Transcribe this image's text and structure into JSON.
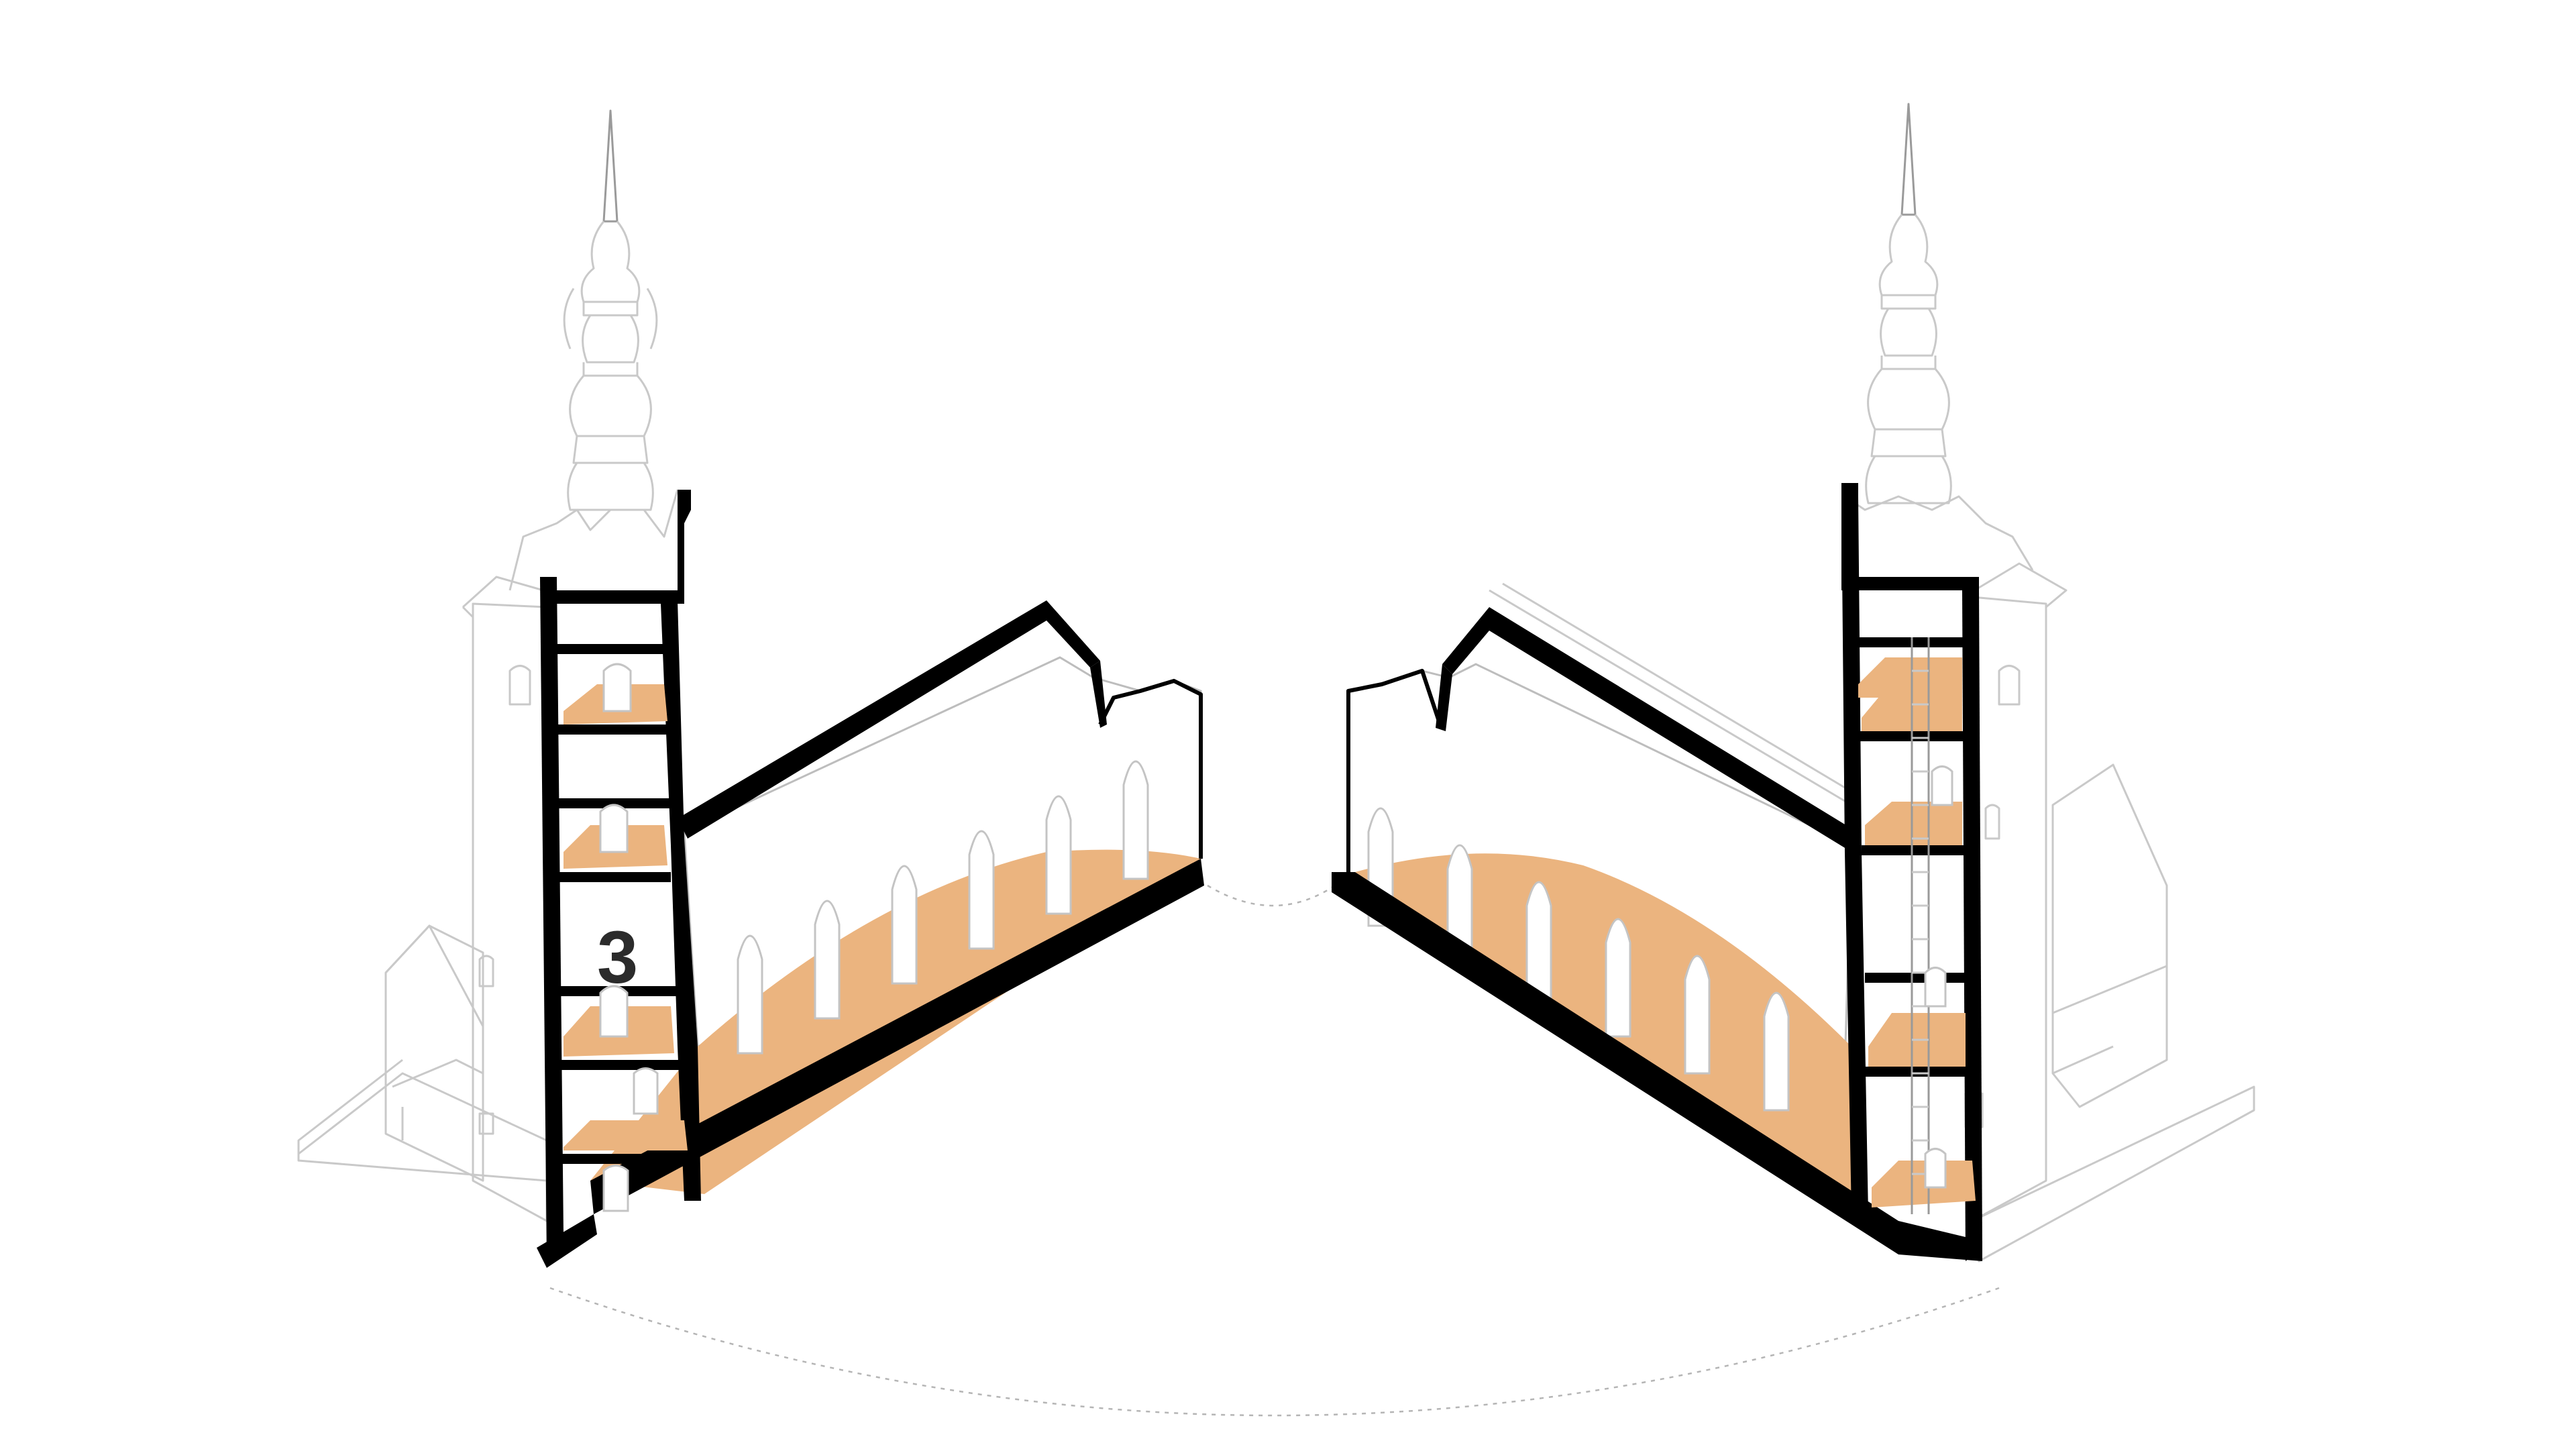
{
  "diagram": {
    "kind": "axonometric-section",
    "subject": "church-tower-and-nave",
    "halves": [
      "left-half",
      "right-half"
    ],
    "stair_label": "3",
    "colors": {
      "floor": "#EBB47F",
      "cut": "#000000",
      "outline": "#C9C9C9",
      "background": "#FFFFFF"
    }
  }
}
